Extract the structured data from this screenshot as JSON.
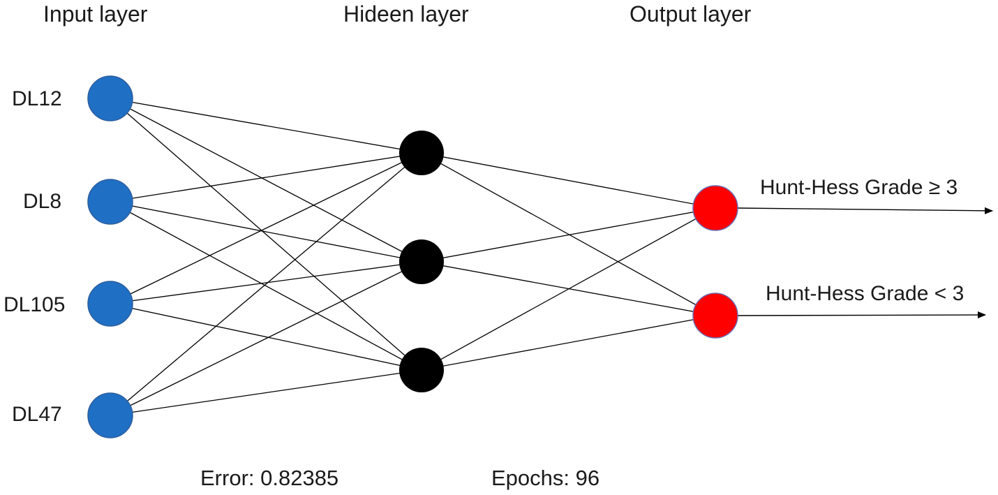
{
  "headers": {
    "input": "Input layer",
    "hidden": "Hideen layer",
    "output": "Output layer"
  },
  "input_nodes": [
    {
      "label": "DL12"
    },
    {
      "label": "DL8"
    },
    {
      "label": "DL105"
    },
    {
      "label": "DL47"
    }
  ],
  "hidden_nodes": 3,
  "output_nodes": [
    {
      "label": "Hunt-Hess Grade ≥ 3"
    },
    {
      "label": "Hunt-Hess Grade < 3"
    }
  ],
  "footer": {
    "error": "Error: 0.82385",
    "epochs": "Epochs: 96"
  },
  "colors": {
    "input_node": "#1f6fc4",
    "input_stroke": "#2f5f9e",
    "hidden_node": "#000000",
    "output_node": "#ff0000",
    "output_stroke": "#6b6bb0",
    "edge": "#000000"
  }
}
